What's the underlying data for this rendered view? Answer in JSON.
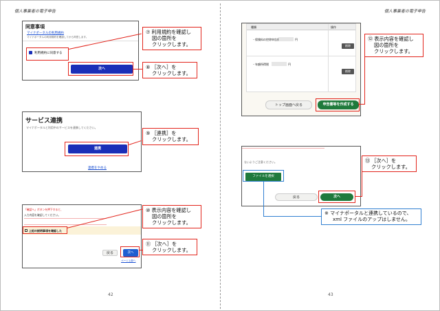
{
  "header": {
    "left": "個人事業者の電子申告",
    "right": "個人事業者の電子申告"
  },
  "page_numbers": {
    "left": "42",
    "right": "43"
  },
  "left": {
    "s1": {
      "title": "同意事項",
      "link": "マイナポータルの利用規約",
      "fine": "マイナポータルの利用規約を確認してから同意します。",
      "checkbox": "利用規約に同意する",
      "next": "次へ"
    },
    "c7": {
      "num": "⑦",
      "text1": "利用規約を確認し",
      "text2": "図の箇所を",
      "text3": "クリックします。"
    },
    "c8": {
      "num": "⑧",
      "text1": "［次へ］を",
      "text2": "クリックします。"
    },
    "s2": {
      "title": "サービス連携",
      "sub": "マイナポータルと利用中のサービスを連携してください。",
      "btn": "連携",
      "cancel": "連携をやめる"
    },
    "c9": {
      "num": "⑨",
      "text1": "［連携］を",
      "text2": "クリックします。"
    },
    "s3": {
      "warn1": "「確認へ」ボタンを押下すると、",
      "warn2": "入力内容を確認してください。",
      "check": "上記の説明事項を確認した",
      "back": "戻る",
      "next": "次へ",
      "link": "ページ上部へ"
    },
    "c10": {
      "num": "⑩",
      "text1": "表示内容を確認し",
      "text2": "図の箇所を",
      "text3": "クリックします。"
    },
    "c11": {
      "num": "⑪",
      "text1": "［次へ］を",
      "text2": "クリックします。"
    }
  },
  "right": {
    "s4": {
      "col1": "種類",
      "col2": "操作",
      "row1": "・保険料の控除申告書",
      "row1_unit": "円",
      "row2": "・年額所得税",
      "row2_unit": "円",
      "del": "削除",
      "top": "トップ画面へ戻る",
      "create": "申告書等を作成する"
    },
    "c12": {
      "num": "⑫",
      "text1": "表示内容を確認し",
      "text2": "図の箇所を",
      "text3": "クリックします。"
    },
    "s5": {
      "sub": "ないようご注意ください。",
      "file": "ファイルを選択",
      "back": "戻る",
      "next": "次へ"
    },
    "c13": {
      "num": "⑬",
      "text1": "［次へ］を",
      "text2": "クリックします。"
    },
    "note": {
      "line1": "※ マイナポータルと連携しているので、",
      "line2": "xml ファイルのアップはしません。"
    }
  },
  "colors": {
    "accent_red": "#e2231a",
    "button_blue": "#1a2fb8",
    "button_green": "#1f7a3c",
    "note_blue": "#2f7fd1"
  }
}
